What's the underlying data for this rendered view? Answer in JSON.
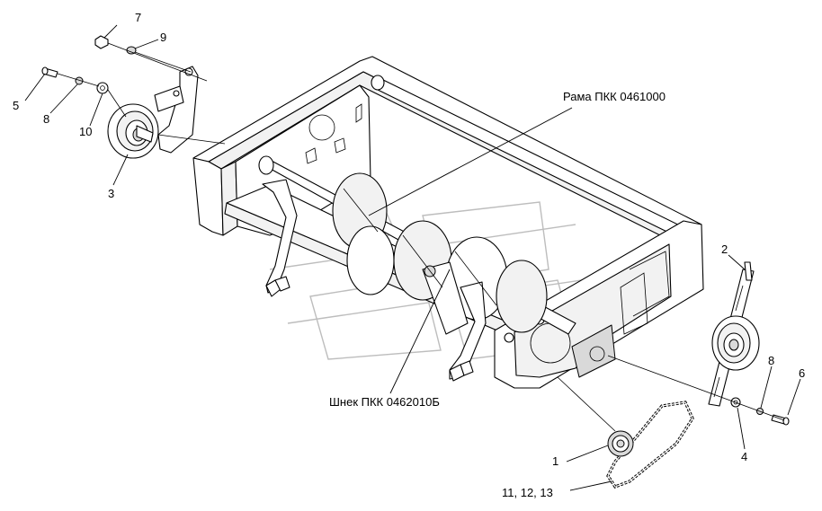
{
  "drawing": {
    "frame_label": "Рама ПКК 0461000",
    "auger_label": "Шнек ПКК 0462010Б",
    "callouts": [
      {
        "id": "c7",
        "text": "7"
      },
      {
        "id": "c9",
        "text": "9"
      },
      {
        "id": "c5",
        "text": "5"
      },
      {
        "id": "c8a",
        "text": "8"
      },
      {
        "id": "c10",
        "text": "10"
      },
      {
        "id": "c3",
        "text": "3"
      },
      {
        "id": "c2",
        "text": "2"
      },
      {
        "id": "c8b",
        "text": "8"
      },
      {
        "id": "c6",
        "text": "6"
      },
      {
        "id": "c4",
        "text": "4"
      },
      {
        "id": "c1",
        "text": "1"
      },
      {
        "id": "c11",
        "text": "11, 12, 13"
      }
    ]
  }
}
